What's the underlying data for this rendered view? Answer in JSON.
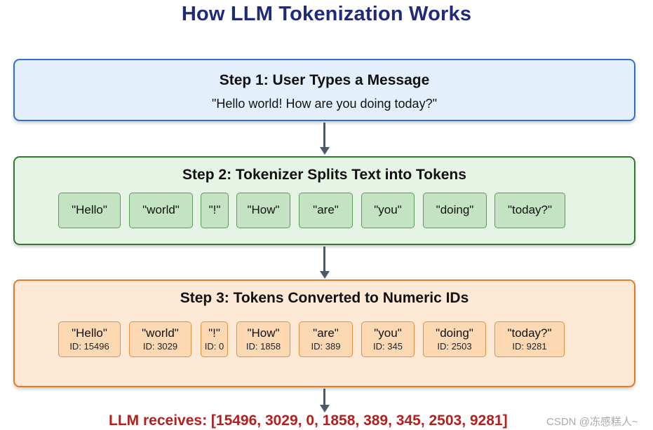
{
  "title": "How LLM Tokenization Works",
  "step1": {
    "title": "Step 1: User Types a Message",
    "message": "\"Hello world! How are you doing today?\""
  },
  "step2": {
    "title": "Step 2: Tokenizer Splits Text into Tokens",
    "tokens": [
      "\"Hello\"",
      "\"world\"",
      "\"!\"",
      "\"How\"",
      "\"are\"",
      "\"you\"",
      "\"doing\"",
      "\"today?\""
    ]
  },
  "step3": {
    "title": "Step 3: Tokens Converted to Numeric IDs",
    "tokens": [
      {
        "text": "\"Hello\"",
        "id": "ID: 15496"
      },
      {
        "text": "\"world\"",
        "id": "ID: 3029"
      },
      {
        "text": "\"!\"",
        "id": "ID: 0"
      },
      {
        "text": "\"How\"",
        "id": "ID: 1858"
      },
      {
        "text": "\"are\"",
        "id": "ID: 389"
      },
      {
        "text": "\"you\"",
        "id": "ID: 345"
      },
      {
        "text": "\"doing\"",
        "id": "ID: 2503"
      },
      {
        "text": "\"today?\"",
        "id": "ID: 9281"
      }
    ]
  },
  "result": "LLM receives: [15496, 3029, 0, 1858, 389, 345, 2503, 9281]",
  "watermark": "CSDN @冻感糕人~",
  "colors": {
    "title": "#1f2a7a",
    "step1_border": "#2f6fd1",
    "step2_border": "#2f7a2f",
    "step3_border": "#e37a24",
    "result": "#b32020"
  }
}
